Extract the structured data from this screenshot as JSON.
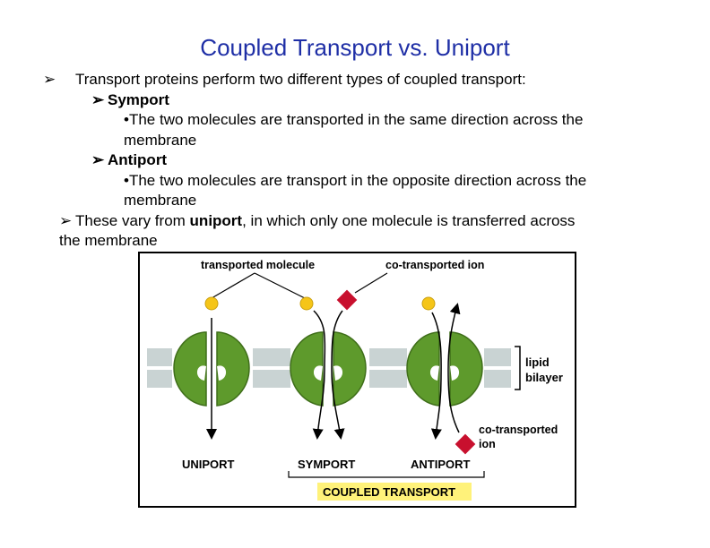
{
  "title": "Coupled Transport vs. Uniport",
  "bullets": {
    "b1": "Transport proteins perform two different types of coupled transport:",
    "symport_label": "Symport",
    "symport_desc_1": "•The two molecules are transported in the same direction across the",
    "symport_desc_2": "membrane",
    "antiport_label": "Antiport",
    "antiport_desc_1": "•The two molecules are transport in the opposite direction across the",
    "antiport_desc_2": "membrane",
    "b4_pre": "These vary from ",
    "b4_bold": "uniport",
    "b4_post": ", in which only one molecule is transferred across",
    "b4_line2": "the membrane",
    "arrow_glyph": "➢"
  },
  "figure": {
    "transported_molecule": "transported molecule",
    "co_transported_ion_top": "co-transported ion",
    "lipid": "lipid",
    "bilayer": "bilayer",
    "co_transported_1": "co-transported",
    "co_transported_2": "ion",
    "uniport": "UNIPORT",
    "symport": "SYMPORT",
    "antiport": "ANTIPORT",
    "coupled_transport": "COUPLED TRANSPORT",
    "colors": {
      "protein": "#5e9a2c",
      "protein_dark": "#3f6e1a",
      "molecule": "#f5c518",
      "ion": "#c8102e",
      "bilayer": "#c9d3d3",
      "label_highlight": "#fff27a"
    }
  }
}
